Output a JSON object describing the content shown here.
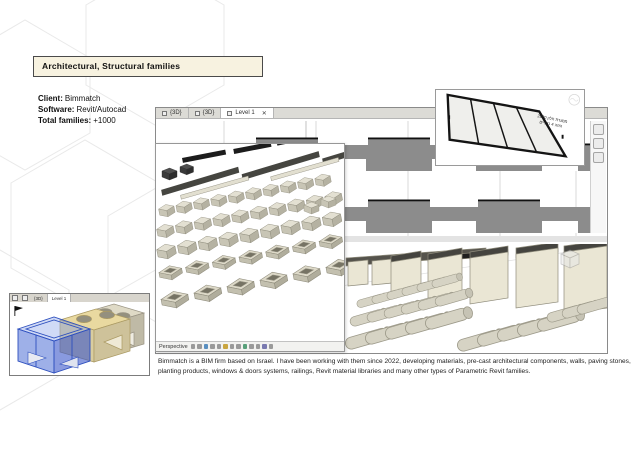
{
  "header": {
    "title": "Architectural, Structural families"
  },
  "info": {
    "client_label": "Client:",
    "client_value": "Bimmatch",
    "software_label": "Software:",
    "software_value": "Revit/Autocad",
    "families_label": "Total families:",
    "families_value": "+1000"
  },
  "description": "Bimmatch is a BIM firm based on Israel. I have been working with them since 2022, developing materials, pre-cast architectural components, walls, paving stones, planting products, windows & doors systems, railings, Revit material libraries and many other types of Parametric Revit families.",
  "main_window": {
    "tabs": [
      {
        "label": "{3D}",
        "active": false
      },
      {
        "label": "{3D}",
        "active": false
      },
      {
        "label": "Level 1",
        "active": true
      }
    ],
    "close_icon": "✕"
  },
  "overlay_window": {
    "status_label": "Perspective"
  },
  "inset_window": {
    "annotation_line1": "2800 מסגרת חלון",
    "annotation_line2": "הזזה 4 כנפיים"
  },
  "mini_window": {
    "tabs": [
      {
        "label": "{3D}"
      },
      {
        "label": "Level 1"
      }
    ]
  },
  "colors": {
    "title_box_bg": "#f7f2e0",
    "plan_band_gray": "#8c8c8c",
    "family_cream": "#ddd9c8",
    "selection_blue": "#2d4fbe",
    "planter_sand": "#e9d9a0"
  }
}
